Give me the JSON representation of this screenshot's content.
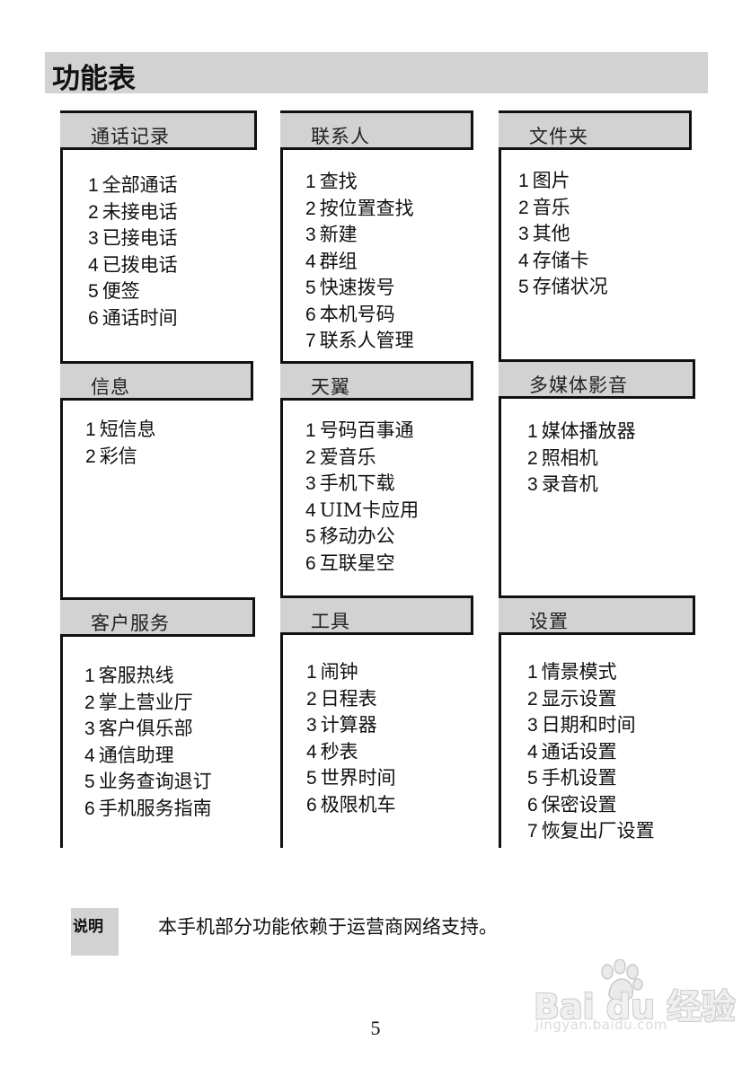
{
  "page_title": "功能表",
  "sections": [
    {
      "header": "通话记录",
      "items": [
        {
          "num": "1",
          "text": "全部通话"
        },
        {
          "num": "2",
          "text": "未接电话"
        },
        {
          "num": "3",
          "text": "已接电话"
        },
        {
          "num": "4",
          "text": "已拨电话"
        },
        {
          "num": "5",
          "text": "便签"
        },
        {
          "num": "6",
          "text": "通话时间"
        }
      ]
    },
    {
      "header": "联系人",
      "items": [
        {
          "num": "1",
          "text": "查找"
        },
        {
          "num": "2",
          "text": "按位置查找"
        },
        {
          "num": "3",
          "text": "新建"
        },
        {
          "num": "4",
          "text": "群组"
        },
        {
          "num": "5",
          "text": "快速拨号"
        },
        {
          "num": "6",
          "text": "本机号码"
        },
        {
          "num": "7",
          "text": "联系人管理"
        }
      ]
    },
    {
      "header": "文件夹",
      "items": [
        {
          "num": "1",
          "text": "图片"
        },
        {
          "num": "2",
          "text": "音乐"
        },
        {
          "num": "3",
          "text": "其他"
        },
        {
          "num": "4",
          "text": "存储卡"
        },
        {
          "num": "5",
          "text": "存储状况"
        }
      ]
    },
    {
      "header": "信息",
      "items": [
        {
          "num": "1",
          "text": "短信息"
        },
        {
          "num": "2",
          "text": "彩信"
        }
      ]
    },
    {
      "header": "天翼",
      "items": [
        {
          "num": "1",
          "text": "号码百事通"
        },
        {
          "num": "2",
          "text": "爱音乐"
        },
        {
          "num": "3",
          "text": "手机下载"
        },
        {
          "num": "4",
          "text": "UIM卡应用"
        },
        {
          "num": "5",
          "text": "移动办公"
        },
        {
          "num": "6",
          "text": "互联星空"
        }
      ]
    },
    {
      "header": "多媒体影音",
      "items": [
        {
          "num": "1",
          "text": "媒体播放器"
        },
        {
          "num": "2",
          "text": "照相机"
        },
        {
          "num": "3",
          "text": "录音机"
        }
      ]
    },
    {
      "header": "客户服务",
      "items": [
        {
          "num": "1",
          "text": "客服热线"
        },
        {
          "num": "2",
          "text": "掌上营业厅"
        },
        {
          "num": "3",
          "text": "客户俱乐部"
        },
        {
          "num": "4",
          "text": "通信助理"
        },
        {
          "num": "5",
          "text": "业务查询退订"
        },
        {
          "num": "6",
          "text": "手机服务指南"
        }
      ]
    },
    {
      "header": "工具",
      "items": [
        {
          "num": "1",
          "text": "闹钟"
        },
        {
          "num": "2",
          "text": "日程表"
        },
        {
          "num": "3",
          "text": "计算器"
        },
        {
          "num": "4",
          "text": "秒表"
        },
        {
          "num": "5",
          "text": "世界时间"
        },
        {
          "num": "6",
          "text": "极限机车"
        }
      ]
    },
    {
      "header": "设置",
      "items": [
        {
          "num": "1",
          "text": "情景模式"
        },
        {
          "num": "2",
          "text": "显示设置"
        },
        {
          "num": "3",
          "text": "日期和时间"
        },
        {
          "num": "4",
          "text": "通话设置"
        },
        {
          "num": "5",
          "text": "手机设置"
        },
        {
          "num": "6",
          "text": "保密设置"
        },
        {
          "num": "7",
          "text": "恢复出厂设置"
        }
      ]
    }
  ],
  "note": {
    "label": "说明",
    "text": "本手机部分功能依赖于运营商网络支持。"
  },
  "page_number": "5",
  "watermark": {
    "brand": "Bai du 经验",
    "url": "jingyan.baidu.com"
  }
}
